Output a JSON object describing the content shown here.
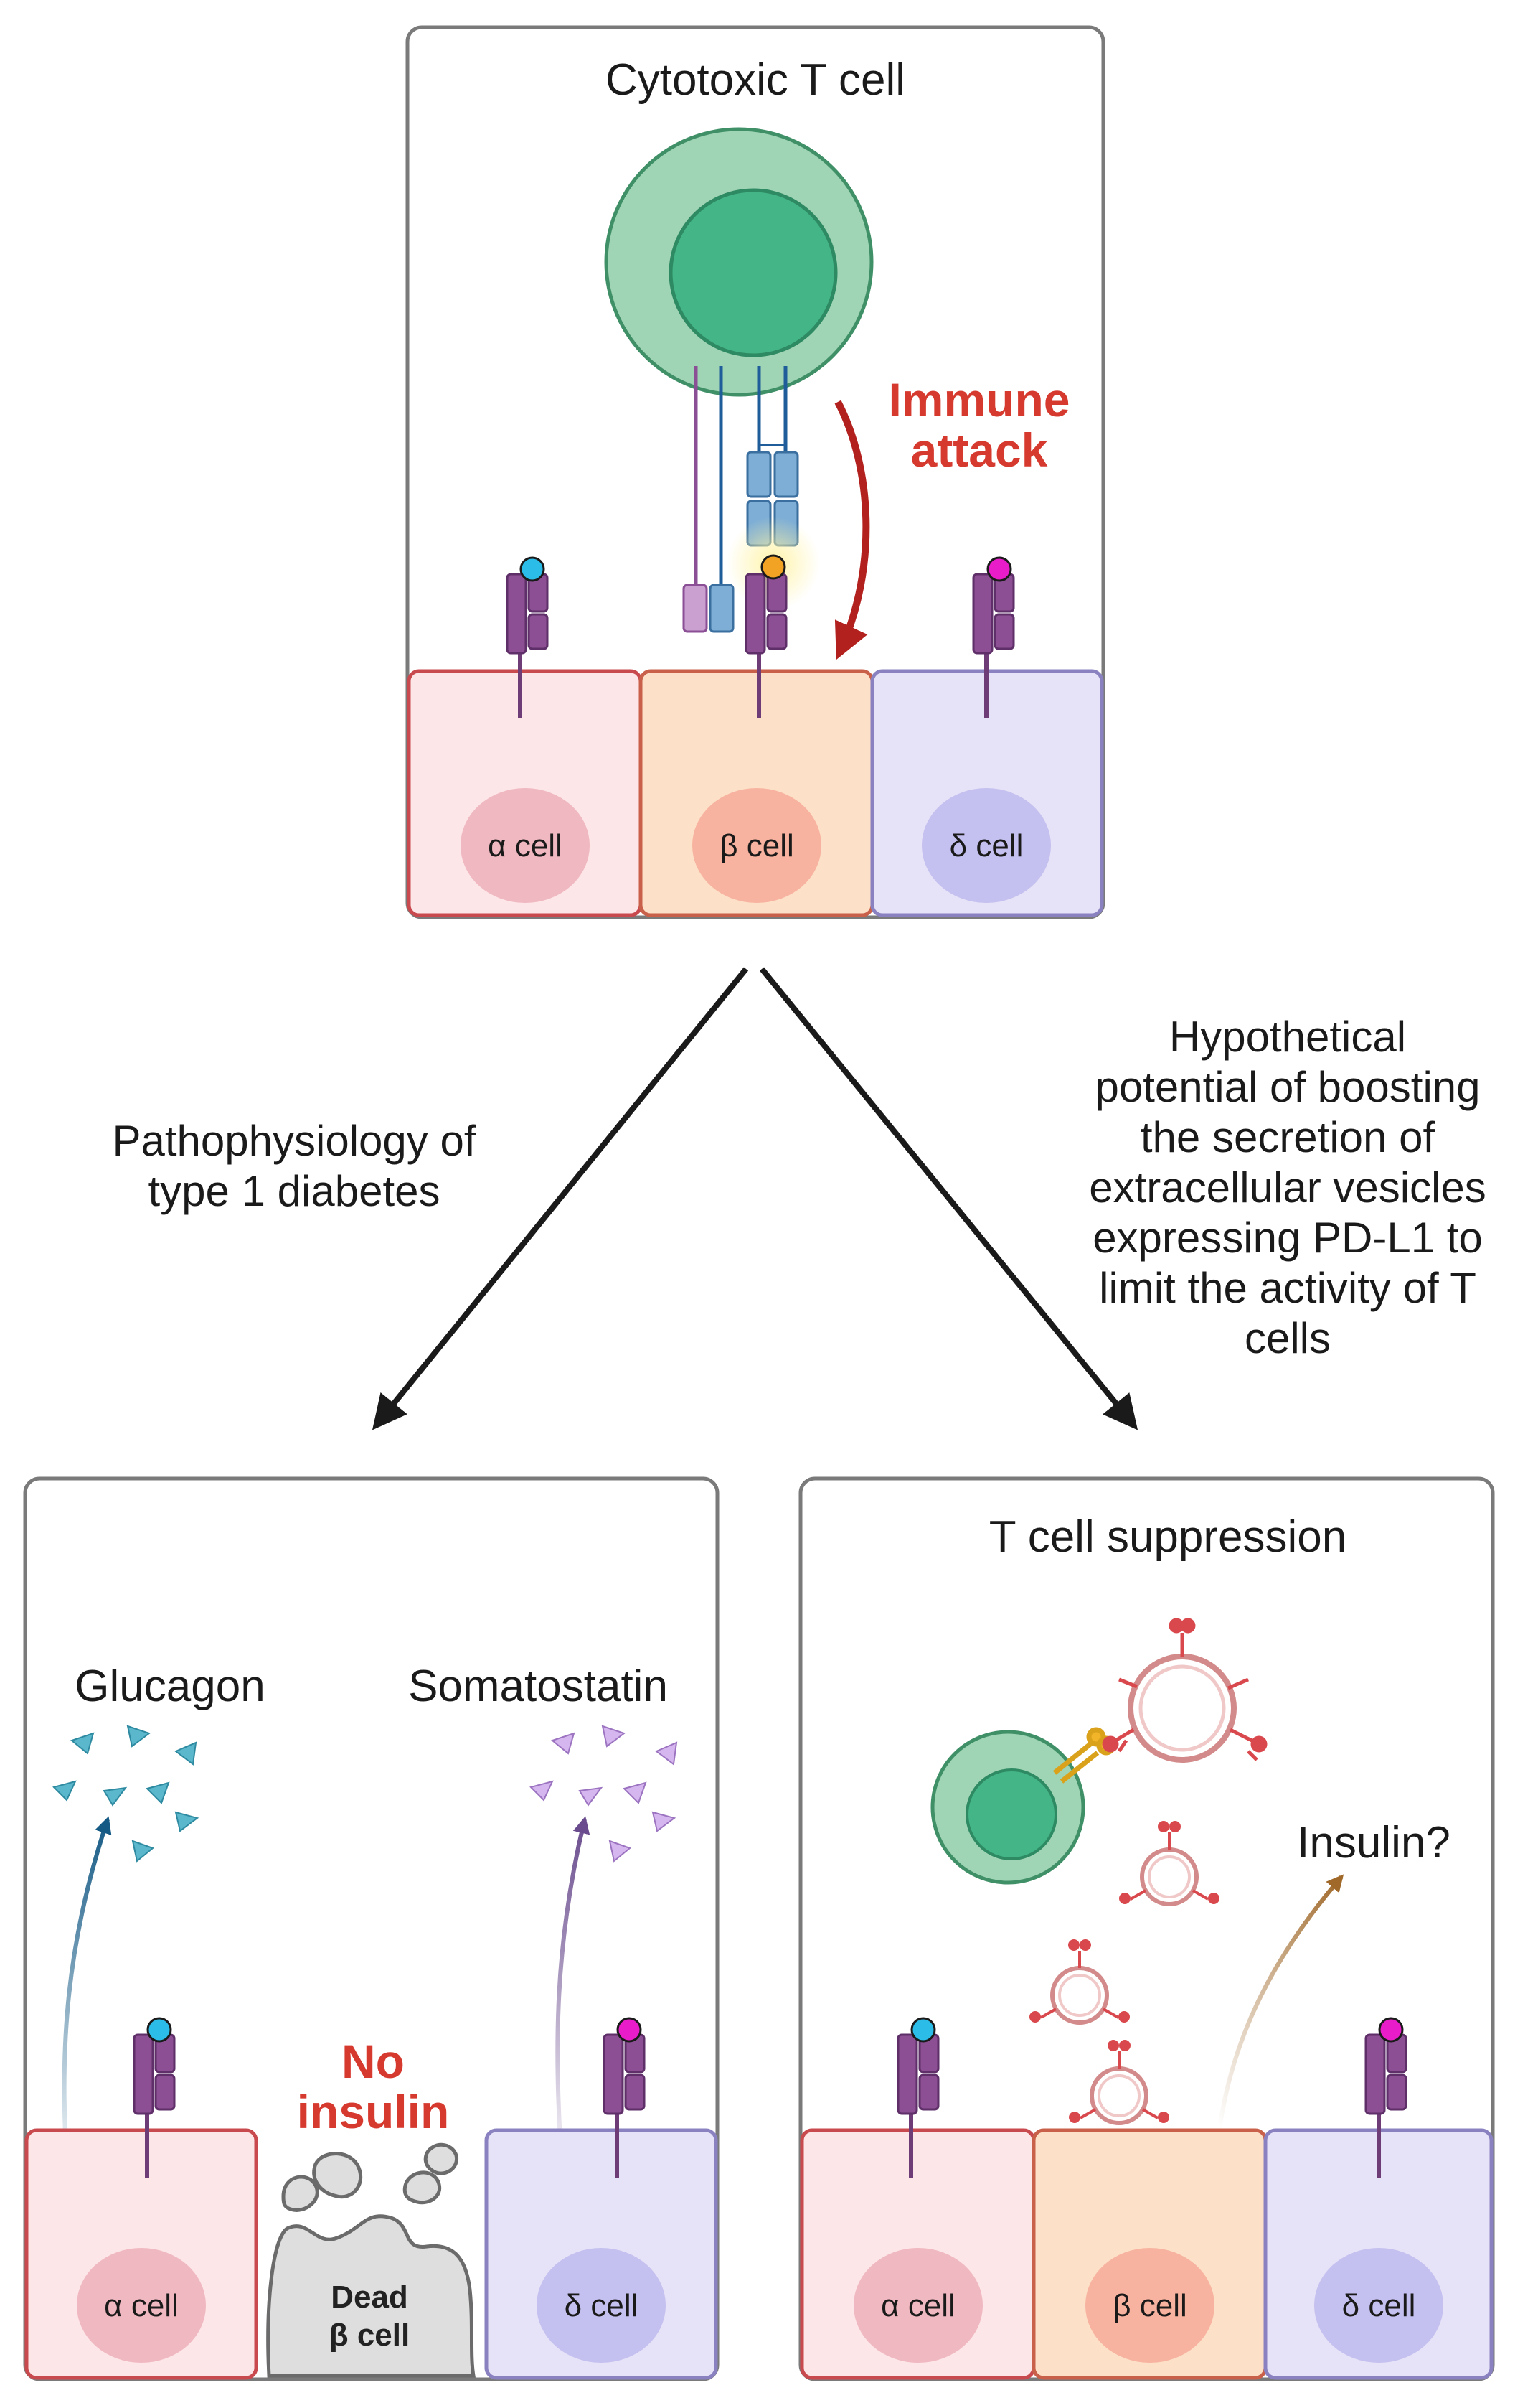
{
  "top_panel": {
    "title": "Cytotoxic T cell",
    "attack_label_line1": "Immune",
    "attack_label_line2": "attack",
    "cells": [
      "α cell",
      "β cell",
      "δ cell"
    ]
  },
  "branches": {
    "left_caption": [
      "Pathophysiology of",
      "type 1 diabetes"
    ],
    "right_caption": [
      "Hypothetical",
      "potential of boosting",
      "the secretion of",
      "extracellular vesicles",
      "expressing PD-L1 to",
      "limit the activity of T",
      "cells"
    ]
  },
  "left_panel": {
    "glucagon_label": "Glucagon",
    "somatostatin_label": "Somatostatin",
    "no_insulin_line1": "No",
    "no_insulin_line2": "insulin",
    "dead_cell_line1": "Dead",
    "dead_cell_line2": "β cell",
    "cells": [
      "α cell",
      "δ cell"
    ]
  },
  "right_panel": {
    "title": "T cell suppression",
    "insulin_label": "Insulin?",
    "cells": [
      "α cell",
      "β cell",
      "δ cell"
    ]
  },
  "colors": {
    "alpha_cell": "#fde6e8",
    "alpha_border": "#c94a4e",
    "alpha_nucleus": "#f0b8c0",
    "beta_cell": "#fde0c8",
    "beta_border": "#c9604a",
    "beta_nucleus": "#f7b39f",
    "delta_cell": "#e6e2f7",
    "delta_border": "#8a82c0",
    "delta_nucleus": "#c4c0ef",
    "tcell_outer": "#9fd4b4",
    "tcell_inner": "#43b587",
    "receptor": "#8c4f94",
    "attack_red": "#b3211f",
    "glucagon": "#5bb8cc",
    "somatostatin": "#c9a6e6",
    "vesicle": "#d9484c"
  }
}
